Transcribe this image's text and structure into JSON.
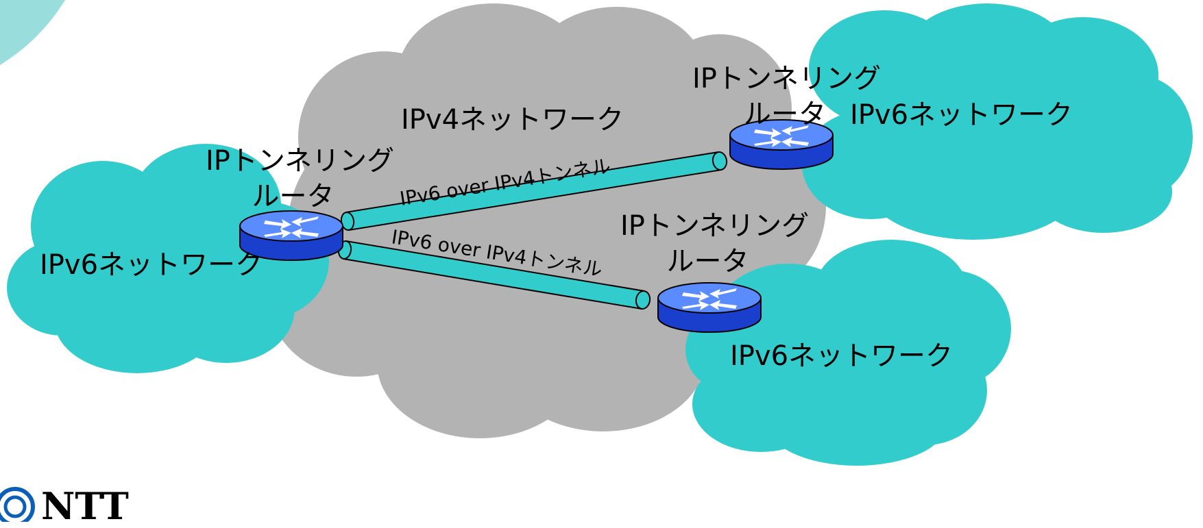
{
  "labels": {
    "ipv4_network": "IPv4ネットワーク",
    "ipv6_network": "IPv6ネットワーク",
    "tunneling_router_line1": "IPトンネリング",
    "tunneling_router_line2": "ルータ",
    "tunnel": "IPv6 over IPv4トンネル"
  },
  "logo": {
    "text": "NTT"
  },
  "colors": {
    "ipv6_cloud": "#33cccc",
    "ipv4_cloud": "#b3b3b3",
    "router_body": "#3366ff",
    "router_top": "#5b8cff",
    "tunnel": "#33cccc",
    "arrows": "#ffffff"
  },
  "icons": [
    "router-icon",
    "cloud-shape",
    "tunnel-pipe",
    "ntt-logo-icon"
  ]
}
